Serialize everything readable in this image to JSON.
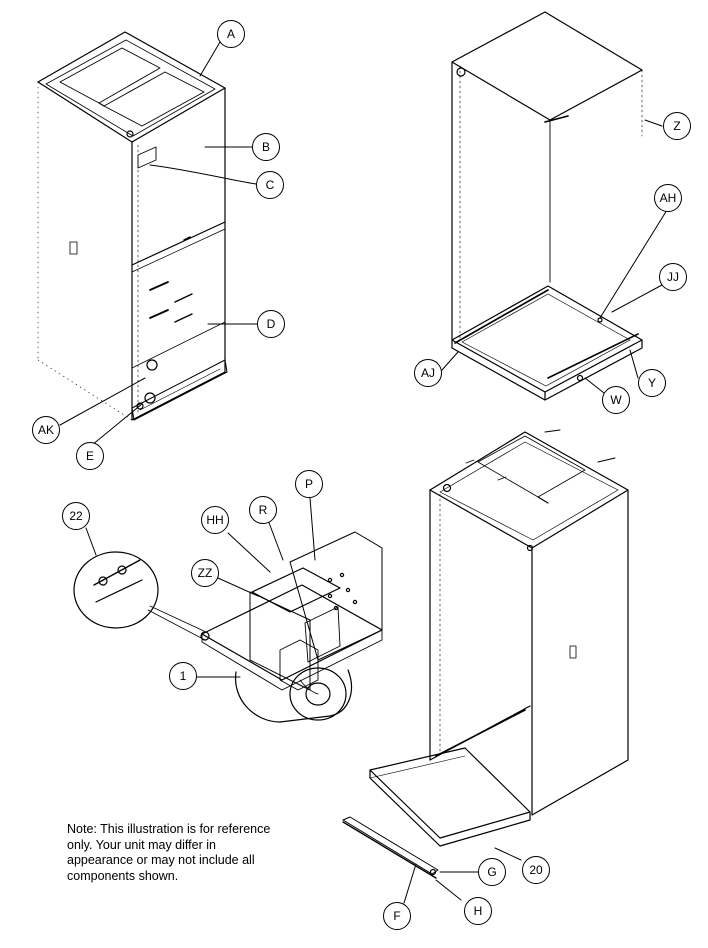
{
  "labels": {
    "A": "A",
    "B": "B",
    "C": "C",
    "D": "D",
    "E": "E",
    "F": "F",
    "G": "G",
    "H": "H",
    "P": "P",
    "R": "R",
    "W": "W",
    "Y": "Y",
    "Z": "Z",
    "AH": "AH",
    "AJ": "AJ",
    "AK": "AK",
    "HH": "HH",
    "JJ": "JJ",
    "ZZ": "ZZ",
    "n1": "1",
    "n20": "20",
    "n22": "22"
  },
  "note": "Note: This illustration is for reference only. Your unit may differ in appearance or may not include all components shown."
}
